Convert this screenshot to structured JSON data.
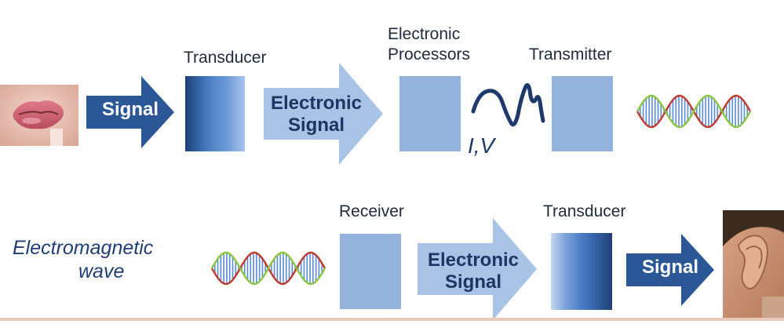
{
  "top_row": {
    "signal_arrow": "Signal",
    "transducer_label": "Transducer",
    "electronic_signal_line1": "Electronic",
    "electronic_signal_line2": "Signal",
    "processors_line1": "Electronic",
    "processors_line2": "Processors",
    "iv_label": "I,V",
    "transmitter_label": "Transmitter"
  },
  "bottom_row": {
    "em_wave_line1": "Electromagnetic",
    "em_wave_line2": "wave",
    "receiver_label": "Receiver",
    "electronic_signal_line1": "Electronic",
    "electronic_signal_line2": "Signal",
    "transducer_label": "Transducer",
    "signal_arrow": "Signal"
  },
  "colors": {
    "dark_arrow": "#2b5797",
    "light_arrow": "#a9c3e6",
    "box": "#93b3dc",
    "label_text": "#1f2a3a",
    "wave_line": "#1d3a6b"
  },
  "icons": [
    "mouth-photo",
    "ear-photo",
    "em-wave-icon",
    "waveform-icon"
  ]
}
